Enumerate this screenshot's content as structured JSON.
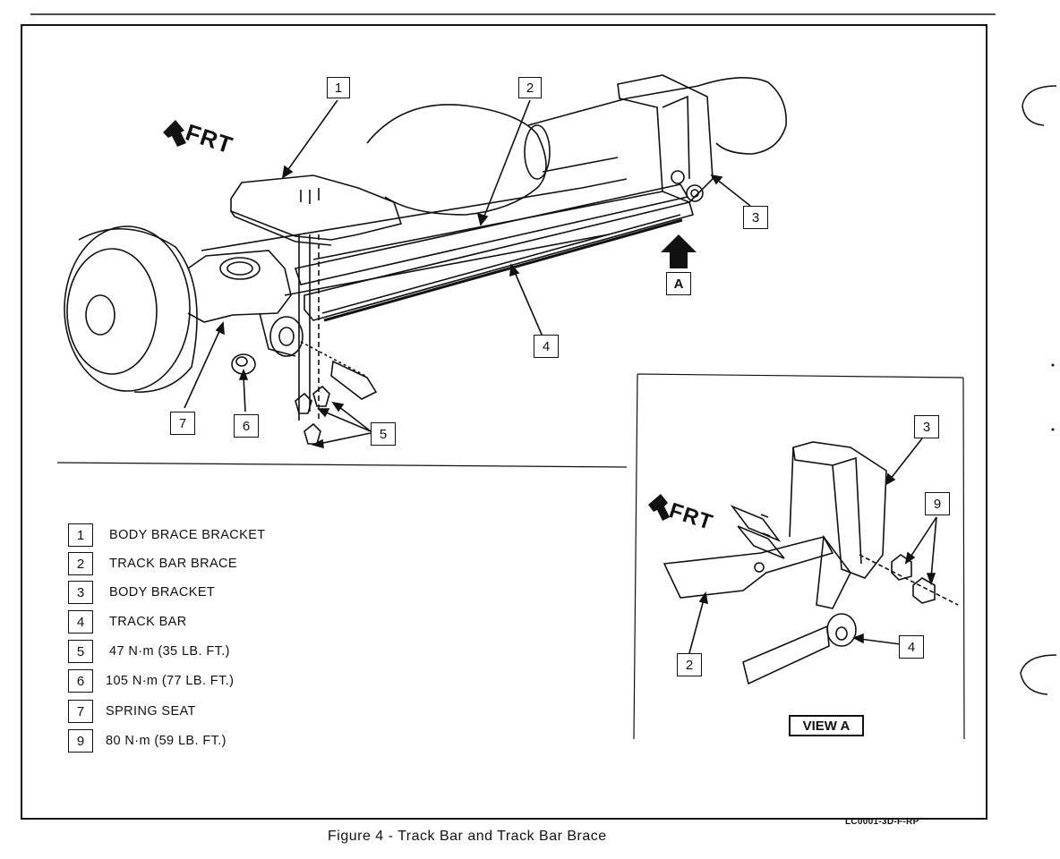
{
  "figure": {
    "caption": "Figure 4 - Track Bar and Track Bar Brace",
    "code": "LC0001-3D-F-RP"
  },
  "main_view": {
    "direction_label": "FRT",
    "view_marker": "A",
    "callouts": [
      "1",
      "2",
      "3",
      "4",
      "5",
      "6",
      "7"
    ]
  },
  "inset_view": {
    "direction_label": "FRT",
    "title": "VIEW A",
    "callouts": [
      "3",
      "9",
      "2",
      "4"
    ]
  },
  "legend": [
    {
      "num": "1",
      "text": "BODY BRACE BRACKET"
    },
    {
      "num": "2",
      "text": "TRACK BAR BRACE"
    },
    {
      "num": "3",
      "text": "BODY BRACKET"
    },
    {
      "num": "4",
      "text": "TRACK BAR"
    },
    {
      "num": "5",
      "text": "47 N·m (35 LB. FT.)"
    },
    {
      "num": "6",
      "text": "105 N·m (77 LB. FT.)"
    },
    {
      "num": "7",
      "text": "SPRING SEAT"
    },
    {
      "num": "9",
      "text": "80 N·m (59 LB. FT.)"
    }
  ]
}
